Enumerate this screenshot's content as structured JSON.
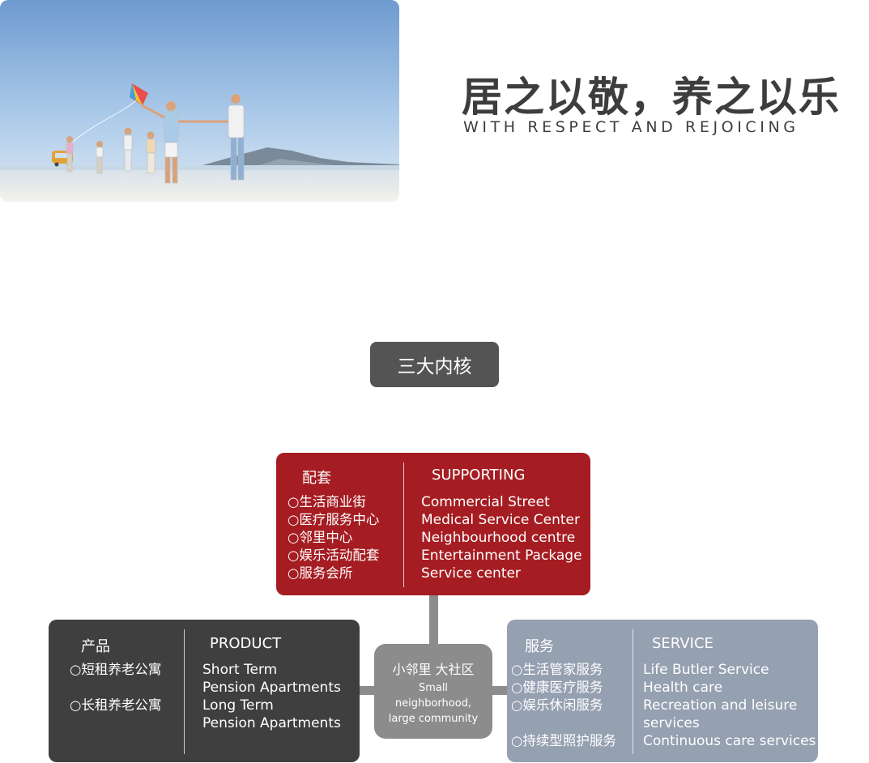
{
  "hero": {
    "image": "family-running-on-beach-with-kite"
  },
  "slogan": {
    "cn": "居之以敬，养之以乐",
    "en": "WITH RESPECT AND REJOICING"
  },
  "core": {
    "label": "三大内核"
  },
  "supporting": {
    "cn_title": "配套",
    "en_title": "SUPPORTING",
    "cn_items": [
      "○生活商业街",
      "○医疗服务中心",
      "○邻里中心",
      "○娱乐活动配套",
      "○服务会所"
    ],
    "en_items": [
      "Commercial Street",
      "Medical Service Center",
      "Neighbourhood centre",
      "Entertainment Package",
      "Service center"
    ]
  },
  "product": {
    "cn_title": "产品",
    "en_title": "PRODUCT",
    "cn_items": [
      "○短租养老公寓",
      "○长租养老公寓"
    ],
    "en_items": [
      "Short Term",
      "Pension Apartments",
      "Long Term",
      "Pension Apartments"
    ]
  },
  "service": {
    "cn_title": "服务",
    "en_title": "SERVICE",
    "cn_items": [
      "○生活管家服务",
      "○健康医疗服务",
      "○娱乐休闲服务",
      "○持续型照护服务"
    ],
    "en_items": [
      "Life Butler Service",
      "Health care",
      "Recreation and leisure",
      "services",
      "Continuous care services"
    ]
  },
  "center": {
    "cn": "小邻里 大社区",
    "en_line1": "Small",
    "en_line2": "neighborhood,",
    "en_line3": "large community"
  },
  "colors": {
    "supporting": "#a51d22",
    "product": "#3f3f3f",
    "service": "#95a0b1",
    "center": "#8c8c8c",
    "badge": "#545454"
  }
}
